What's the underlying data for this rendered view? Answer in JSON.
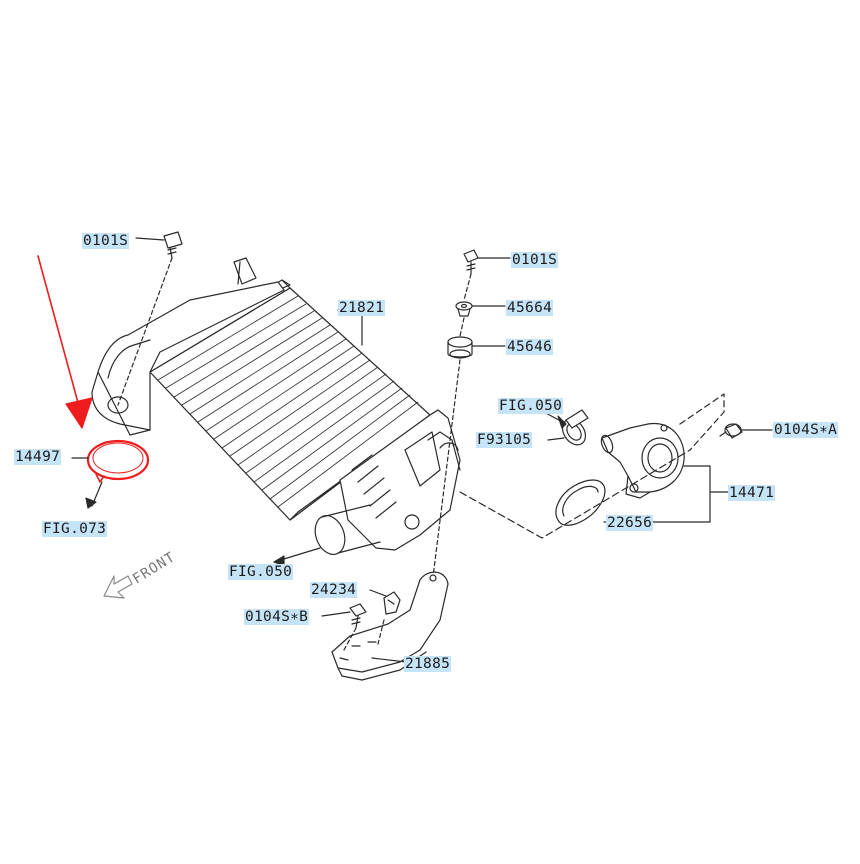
{
  "labels": {
    "bolt_tl": "0101S",
    "bolt_tr": "0101S",
    "seal_ring": "14497",
    "fig_073": "FIG.073",
    "intercooler": "21821",
    "washer": "45664",
    "cushion": "45646",
    "fig_050_hose": "FIG.050",
    "clamp": "F93105",
    "bolt_right": "0104S∗A",
    "duct": "14471",
    "gasket": "22656",
    "fig_050_outlet": "FIG.050",
    "front": "FRONT",
    "clip": "24234",
    "bolt_bracket": "0104S∗B",
    "bracket": "21885"
  },
  "colors": {
    "line": "#2a2a2a",
    "highlight": "#c6e4f7",
    "callout_red": "#ee1c1c"
  }
}
